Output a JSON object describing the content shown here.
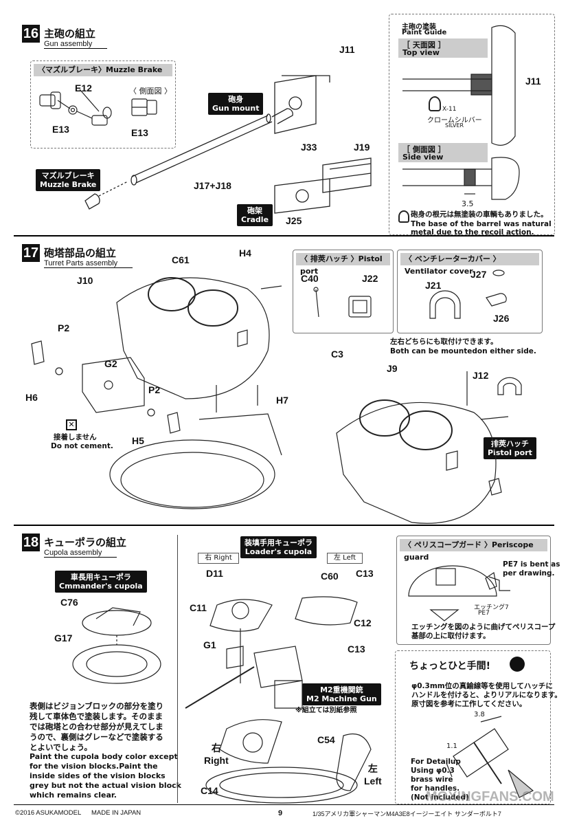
{
  "s16": {
    "num": "16",
    "title": "主砲の組立",
    "subtitle": "Gun assembly",
    "muzzle_box": {
      "head": "〈マズルブレーキ〉Muzzle Brake",
      "side_label": "〈 側面図 〉"
    },
    "labels": {
      "e12": "E12",
      "e13a": "E13",
      "e13b": "E13",
      "j11": "J11",
      "j33": "J33",
      "j19": "J19",
      "j17j18": "J17+J18",
      "j25": "J25"
    },
    "tag_gun": [
      "砲身",
      "Gun mount"
    ],
    "tag_muzzle": [
      "マズルブレーキ",
      "Muzzle Brake"
    ],
    "tag_cradle": [
      "砲架",
      "Cradle"
    ],
    "paint": {
      "title_jp": "主砲の塗装",
      "title_en": "Paint Guide",
      "top_jp": "［ 天面図 ］",
      "top_en": "Top view",
      "side_jp": "［ 側面図 ］",
      "side_en": "Side view",
      "j11": "J11",
      "color_code": "X-11",
      "color_jp": "クロームシルバー",
      "color_en": "SILVER",
      "dim": "3.5",
      "note_jp": "砲身の根元は無塗装の車輌もありました。",
      "note_en": [
        "The base of the barrel was natural",
        "metal due to the recoil action."
      ]
    }
  },
  "s17": {
    "num": "17",
    "title": "砲塔部品の組立",
    "subtitle": "Turret Parts assembly",
    "labels": {
      "c61": "C61",
      "h4": "H4",
      "j10": "J10",
      "p2a": "P2",
      "p2b": "P2",
      "g2": "G2",
      "h6": "H6",
      "h5": "H5",
      "h7": "H7",
      "c3": "C3",
      "j9": "J9",
      "j12": "J12"
    },
    "no_cement_jp": "接着しません",
    "no_cement_en": "Do not cement.",
    "pistol_box": {
      "head": "〈 排莢ハッチ 〉Pistol port",
      "c40": "C40",
      "j22": "J22"
    },
    "vent_box": {
      "head": "〈 ベンチレーターカバー 〉Ventilator cover",
      "j27": "J27",
      "j21": "J21",
      "j26": "J26"
    },
    "either_jp": "左右どちらにも取付けできます。",
    "either_en": "Both can be mountedon either side.",
    "tag_pistol": [
      "排莢ハッチ",
      "Pistol port"
    ]
  },
  "s18": {
    "num": "18",
    "title": "キューポラの組立",
    "subtitle": "Cupola assembly",
    "tag_commander": [
      "車長用キューポラ",
      "Cmmander's cupola"
    ],
    "labels": {
      "c76": "C76",
      "g17": "G17",
      "d11": "D11",
      "c11": "C11",
      "g1": "G1",
      "c60": "C60",
      "c13a": "C13",
      "c12": "C12",
      "c13b": "C13",
      "c54": "C54",
      "c14": "C14"
    },
    "right_label": "右 Right",
    "left_label": "左 Left",
    "tag_loader": [
      "装填手用キューポラ",
      "Loader's cupola"
    ],
    "tag_m2": [
      "M2重機関銃",
      "M2 Machine Gun"
    ],
    "m2_note": "※組立ては別紙参照",
    "right_jp": "右",
    "right_en": "Right",
    "left_jp": "左",
    "left_en": "Left",
    "paint_note_jp": [
      "表側はビジョンブロックの部分を塗り",
      "残して車体色で塗装します。そのまま",
      "では砲塔との合わせ部分が見えてしま",
      "うので、裏側はグレーなどで塗装する",
      "とよいでしょう。"
    ],
    "paint_note_en": [
      "Paint the cupola body color except",
      "for the vision blocks.Paint the",
      "inside sides of the vision blocks",
      "grey but not the actual vision block",
      "which remains clear."
    ],
    "periscope_box": {
      "head": "〈 ペリスコープガード 〉Periscope guard",
      "pe7_note": [
        "PE7 is bent as",
        "per drawing."
      ],
      "etch_jp": "エッチング7",
      "etch_en": "PE7",
      "text_jp": [
        "エッチングを図のように曲げてペリスコープ",
        "基部の上に取付けます。"
      ]
    },
    "tip_box": {
      "title": "ちょっとひと手間!",
      "text_jp": [
        "φ0.3mm位の真鍮線等を使用してハッチに",
        "ハンドルを付けると、よりリアルになります。",
        "原寸図を参考に工作してください。"
      ],
      "dim1": "3.8",
      "dim2": "1.1",
      "text_en": [
        "For Detailup",
        "Using φ0.3",
        "brass wire",
        "for handles.",
        "(Not included)"
      ]
    }
  },
  "footer": {
    "copyright": "©2016 ASUKAMODEL",
    "made": "MADE IN JAPAN",
    "page": "9",
    "title": "1/35アメリカ軍シャーマンM4A3E8イージーエイト サンダーボルト7",
    "watermark": "MOXINGFANS.COM"
  }
}
